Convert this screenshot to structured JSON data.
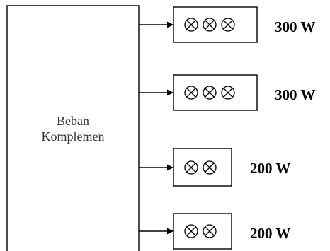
{
  "main_block": {
    "label_line1": "Beban",
    "label_line2": "Komplemen"
  },
  "loads": [
    {
      "power": "300 W",
      "lamps": 3
    },
    {
      "power": "300 W",
      "lamps": 3
    },
    {
      "power": "200 W",
      "lamps": 2
    },
    {
      "power": "200 W",
      "lamps": 2
    }
  ]
}
